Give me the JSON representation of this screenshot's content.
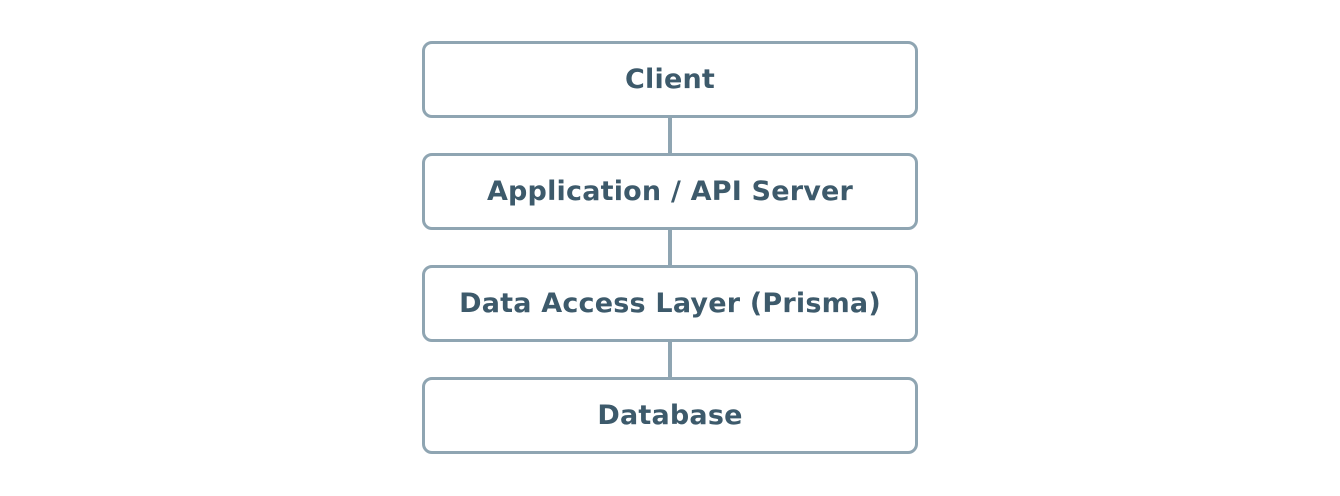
{
  "diagram": {
    "type": "flowchart-vertical",
    "nodes": [
      {
        "id": "client",
        "label": "Client"
      },
      {
        "id": "app-api-server",
        "label": "Application / API Server"
      },
      {
        "id": "data-access-layer",
        "label": "Data Access Layer (Prisma)"
      },
      {
        "id": "database",
        "label": "Database"
      }
    ],
    "edges": [
      {
        "from": "client",
        "to": "app-api-server"
      },
      {
        "from": "app-api-server",
        "to": "data-access-layer"
      },
      {
        "from": "data-access-layer",
        "to": "database"
      }
    ],
    "colors": {
      "background": "#ffffff",
      "node_fill": "#ffffff",
      "node_border": "#8fa5b2",
      "node_text": "#3d5a6b",
      "connector": "#8fa5b2"
    }
  }
}
